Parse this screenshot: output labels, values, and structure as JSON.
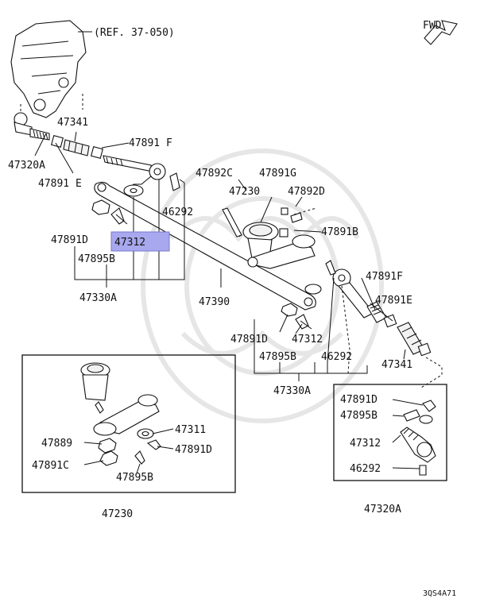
{
  "diagram": {
    "ref_label": "(REF. 37-050)",
    "fwd_label": "FWD",
    "code_label": "3QS4A71",
    "highlight_color": "#a8a8ee",
    "parts": {
      "p47341_top": "47341",
      "p47891F_top": "47891 F",
      "p47320A_top": "47320A",
      "p47891E_top": "47891 E",
      "p47892C": "47892C",
      "p47891G": "47891G",
      "p47230_top": "47230",
      "p47892D": "47892D",
      "p46292_top": "46292",
      "p47891B": "47891B",
      "p47891D_left": "47891D",
      "p47312_hl": "47312",
      "p47895B_left": "47895B",
      "p47330A_left": "47330A",
      "p47390": "47390",
      "p47891F_right": "47891F",
      "p47891E_right": "47891E",
      "p47891D_mid": "47891D",
      "p47312_mid": "47312",
      "p47895B_mid": "47895B",
      "p46292_mid": "46292",
      "p47341_right": "47341",
      "p47330A_mid": "47330A",
      "p47311": "47311",
      "p47889": "47889",
      "p47891D_box": "47891D",
      "p47891C": "47891C",
      "p47895B_box": "47895B",
      "p47230_box": "47230",
      "p47891D_rbox": "47891D",
      "p47895B_rbox": "47895B",
      "p47312_rbox": "47312",
      "p46292_rbox": "46292",
      "p47320A_rbox": "47320A"
    }
  }
}
